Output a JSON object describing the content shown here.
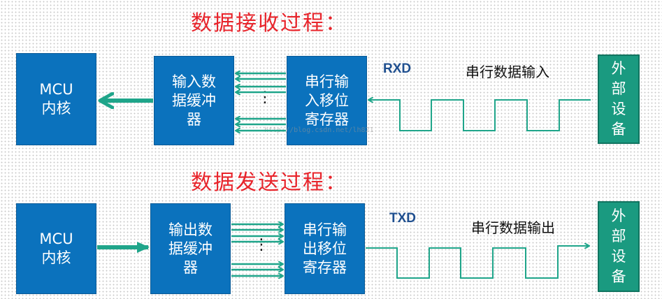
{
  "receive": {
    "title": "数据接收过程：",
    "mcu": "MCU\n内核",
    "buffer": "输入数\n据缓冲\n器",
    "shift_register": "串行输\n入移位\n寄存器",
    "pin": "RXD",
    "signal_label": "串行数据输入",
    "device": "外\n部\n设\n备",
    "dots": "⋮"
  },
  "transmit": {
    "title": "数据发送过程：",
    "mcu": "MCU\n内核",
    "buffer": "输出数\n据缓冲\n器",
    "shift_register": "串行输\n出移位\n寄存器",
    "pin": "TXD",
    "signal_label": "串行数据输出",
    "device": "外\n部\n设\n备",
    "dots": "⋮"
  },
  "watermark": "http://blog.csdn.net/lh821",
  "colors": {
    "title": "#e8242b",
    "box": "#0b72bd",
    "device": "#1a9a80",
    "arrow": "#1fa58a"
  }
}
